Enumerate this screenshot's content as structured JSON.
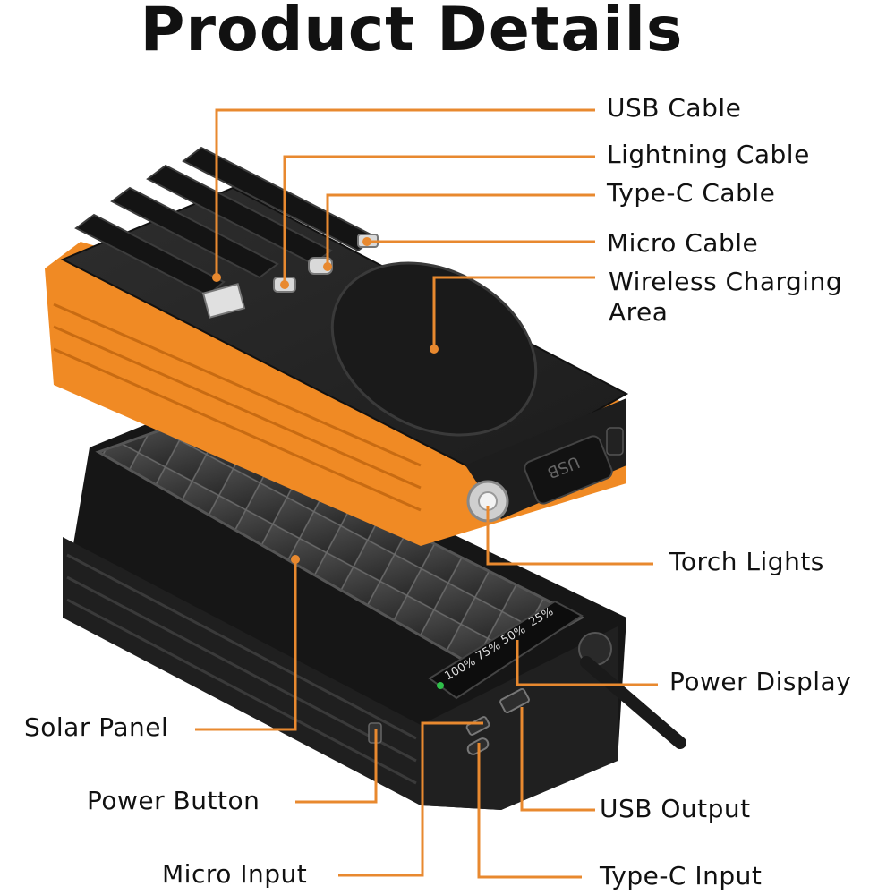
{
  "title": "Product Details",
  "labels": {
    "usb_cable": "USB Cable",
    "lightning_cable": "Lightning Cable",
    "typec_cable": "Type-C Cable",
    "micro_cable": "Micro Cable",
    "wireless_line1": "Wireless Charging",
    "wireless_line2": "Area",
    "torch_lights": "Torch Lights",
    "power_display": "Power Display",
    "solar_panel": "Solar Panel",
    "power_button": "Power Button",
    "usb_output": "USB Output",
    "micro_input": "Micro Input",
    "typec_input": "Type-C Input"
  },
  "display": [
    "100%",
    "75%",
    "50%",
    "25%"
  ],
  "usb_port_text": "USB",
  "colors": {
    "leader": "#e8892f",
    "accent": "#f08a24",
    "body": "#1b1b1b",
    "text": "#111111"
  }
}
